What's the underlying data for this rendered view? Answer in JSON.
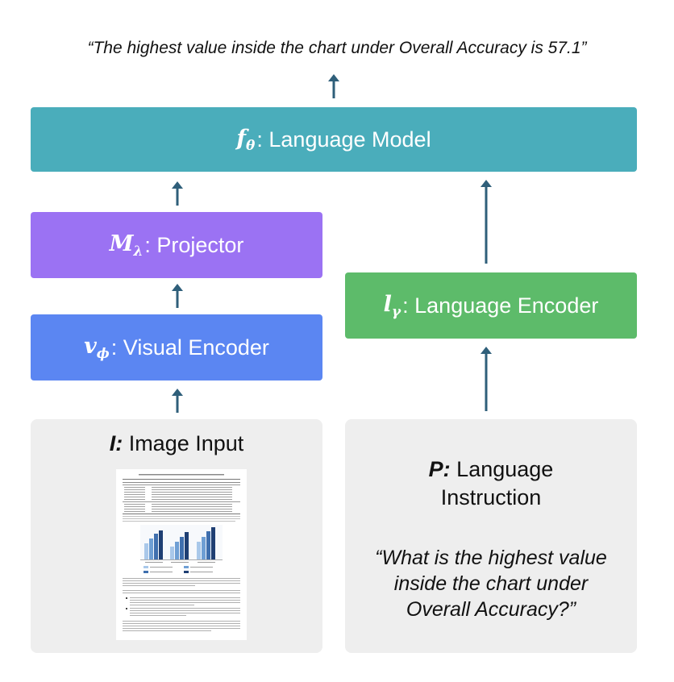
{
  "output": {
    "text": "“The highest value inside the chart under Overall Accuracy is 57.1”"
  },
  "language_model": {
    "symbol": "f",
    "subscript": "θ",
    "label": " : Language Model"
  },
  "projector": {
    "symbol": "M",
    "subscript": "λ",
    "label": " : Projector"
  },
  "visual_encoder": {
    "symbol": "v",
    "subscript": "ϕ",
    "label": ": Visual Encoder"
  },
  "language_encoder": {
    "symbol": "l",
    "subscript": "γ",
    "label": ": Language Encoder"
  },
  "image_input": {
    "prefix": "I:",
    "label": " Image Input"
  },
  "instruction": {
    "prefix": "P:",
    "label_line1": " Language",
    "label_line2": "Instruction",
    "question_line1": "“What is the highest value",
    "question_line2": "inside the chart under",
    "question_line3": "Overall Accuracy?”"
  },
  "colors": {
    "language_model": "#4aadbb",
    "projector": "#9b72f3",
    "visual_encoder": "#5b86f2",
    "language_encoder": "#5dbb6a",
    "arrow": "#2f5f7a",
    "panel": "#eeeeee"
  }
}
